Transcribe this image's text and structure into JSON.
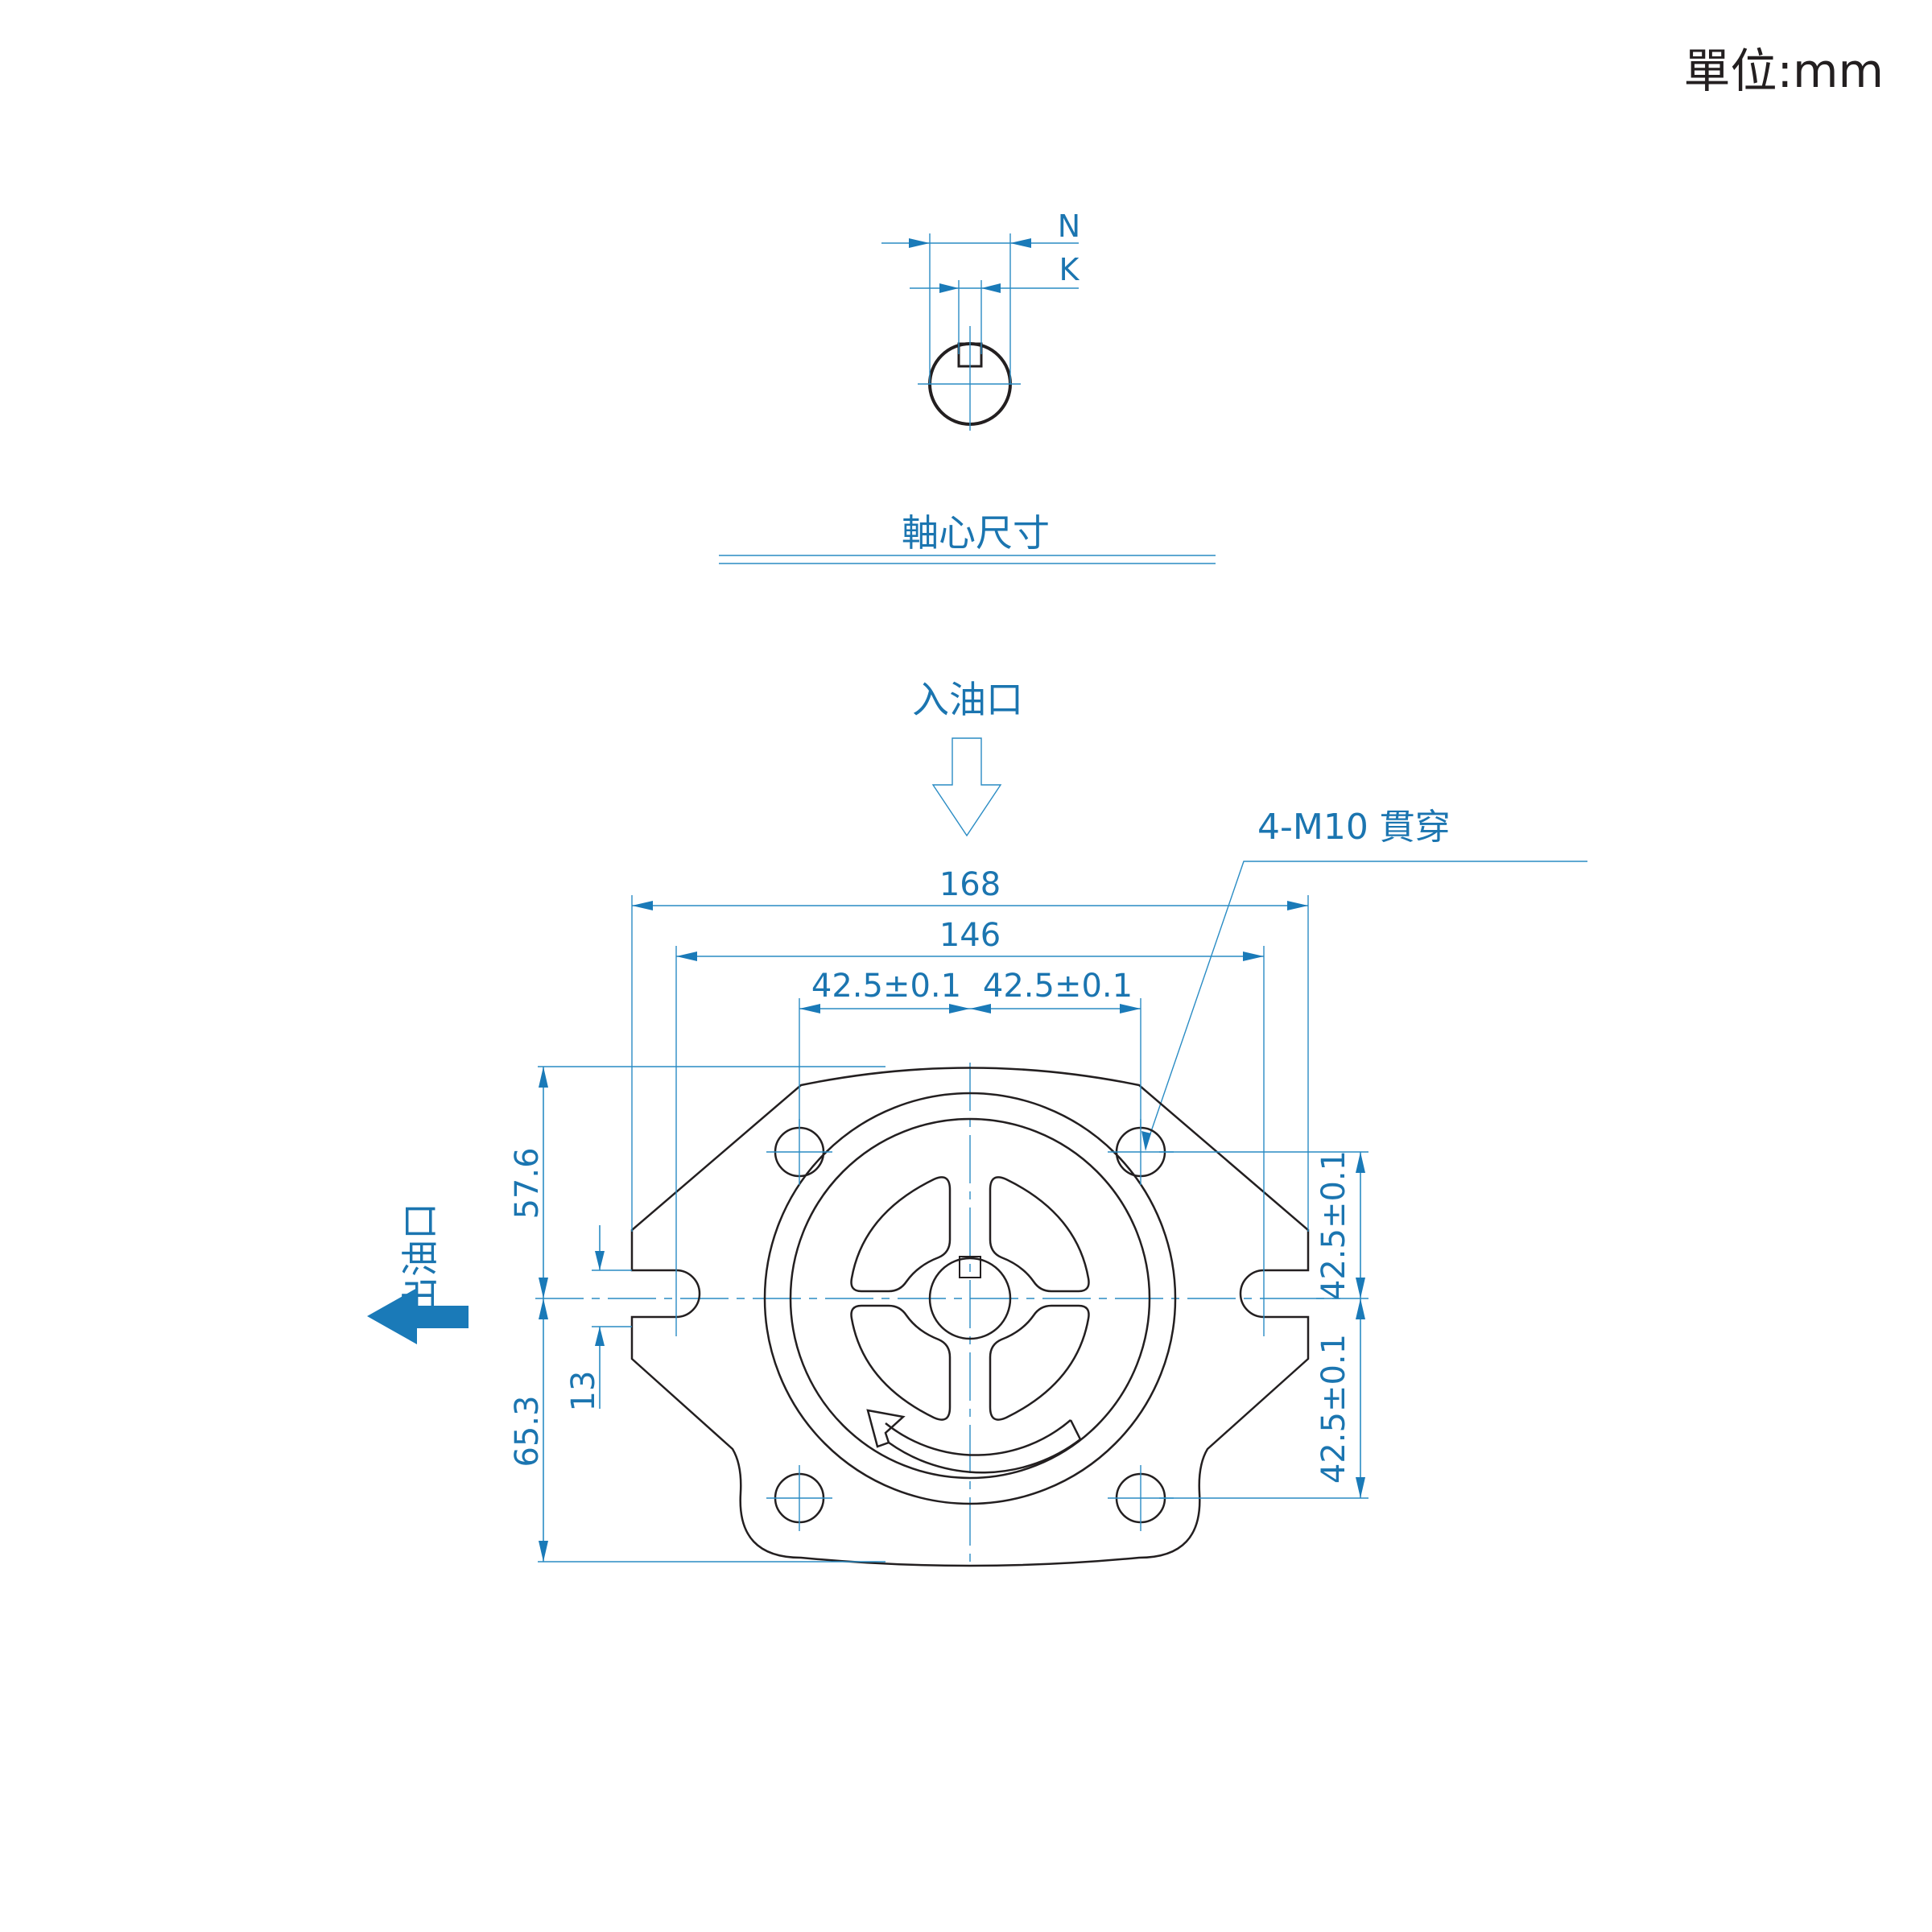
{
  "unit_label": "單位:mm",
  "shaft": {
    "title": "軸心尺寸",
    "label_n": "N",
    "label_k": "K"
  },
  "ports": {
    "inlet": "入油口",
    "outlet": "出油口"
  },
  "holes_note": "4-M10 貫穿",
  "dimensions": {
    "overall_width": "168",
    "slot_width": "146",
    "bolt_left": "42.5±0.1",
    "bolt_right": "42.5±0.1",
    "height_upper": "57.6",
    "height_lower": "65.3",
    "slot_height": "13",
    "bolt_upper": "42.5±0.1",
    "bolt_lower": "42.5±0.1"
  },
  "colors": {
    "line_black": "#231f20",
    "dimension_blue": "#2a8cc4",
    "text_blue": "#1b75b0"
  }
}
